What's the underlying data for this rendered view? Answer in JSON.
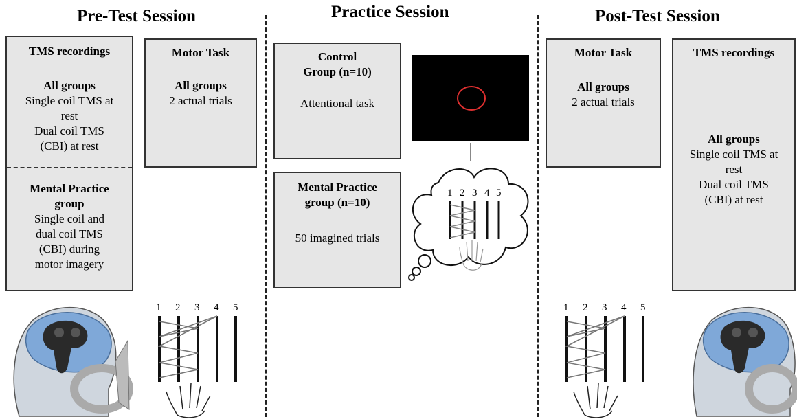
{
  "pretest": {
    "title": "Pre-Test Session",
    "tms": {
      "header": "TMS recordings",
      "all_groups": "All groups",
      "lines": [
        "Single coil TMS at",
        "rest",
        "Dual coil TMS",
        "(CBI) at rest"
      ],
      "mp_header_1": "Mental Practice",
      "mp_header_2": "group",
      "mp_lines": [
        "Single coil and",
        "dual coil TMS",
        "(CBI) during",
        "motor imagery"
      ]
    },
    "motor": {
      "header": "Motor Task",
      "all_groups": "All groups",
      "trials": "2 actual trials"
    }
  },
  "practice": {
    "title": "Practice Session",
    "control": {
      "header_1": "Control",
      "header_2": "Group (n=10)",
      "task": "Attentional task"
    },
    "mental": {
      "header_1": "Mental Practice",
      "header_2": "group (n=10)",
      "task": "50 imagined trials"
    }
  },
  "posttest": {
    "title": "Post-Test Session",
    "motor": {
      "header": "Motor Task",
      "all_groups": "All groups",
      "trials": "2 actual trials"
    },
    "tms": {
      "header": "TMS recordings",
      "all_groups": "All groups",
      "lines": [
        "Single coil TMS at",
        "rest",
        "Dual coil TMS",
        "(CBI) at rest"
      ]
    }
  },
  "finger_labels": [
    "1",
    "2",
    "3",
    "4",
    "5"
  ],
  "colors": {
    "box_fill": "#e6e6e6",
    "target_circle": "#e03030",
    "brain": "#7fa8d8",
    "screen": "#000000"
  }
}
